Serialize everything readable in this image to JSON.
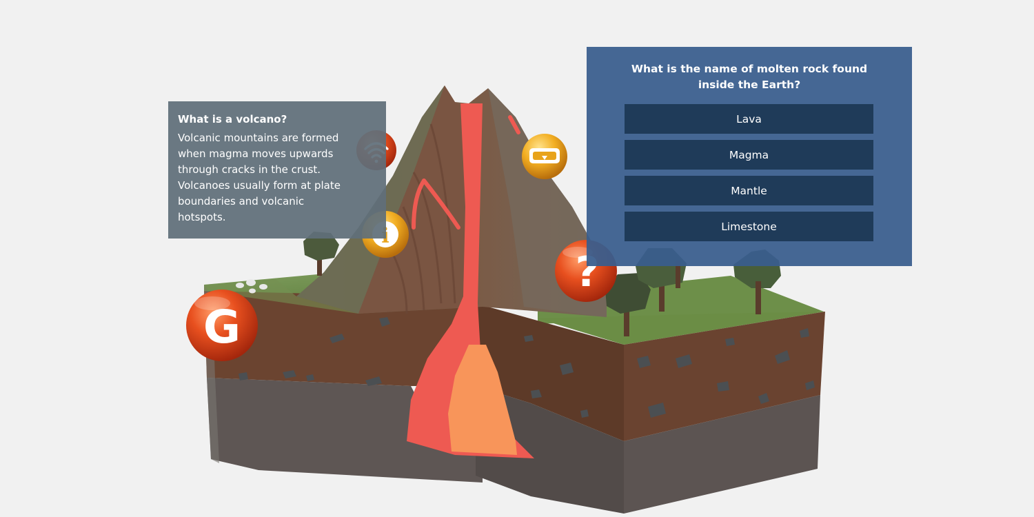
{
  "info_panel": {
    "title": "What is a volcano?",
    "body": "Volcanic mountains are formed when magma moves upwards through cracks in the crust. Volcanoes usually form at plate boundaries and volcanic hotspots."
  },
  "quiz": {
    "question": "What is the name of molten rock found inside the Earth?",
    "answers": [
      "Lava",
      "Magma",
      "Mantle",
      "Limestone"
    ]
  },
  "hotspots": {
    "google_glyph": "G",
    "question_glyph": "?",
    "info_glyph": "i"
  },
  "icons": [
    "google-icon",
    "wifi-icon",
    "info-icon",
    "vr-headset-icon",
    "question-icon"
  ],
  "colors": {
    "background": "#f1f1f1",
    "info_panel": "#606f7a",
    "quiz_panel": "#395e8d",
    "answer_button": "#1f3b59",
    "orb_red": "#e04a1c",
    "orb_yellow": "#f0a81c",
    "lava": "#ee5a52",
    "magma_core": "#f8955a",
    "grass": "#6b8f4a",
    "soil": "#6b4430",
    "bedrock": "#5d5553"
  }
}
